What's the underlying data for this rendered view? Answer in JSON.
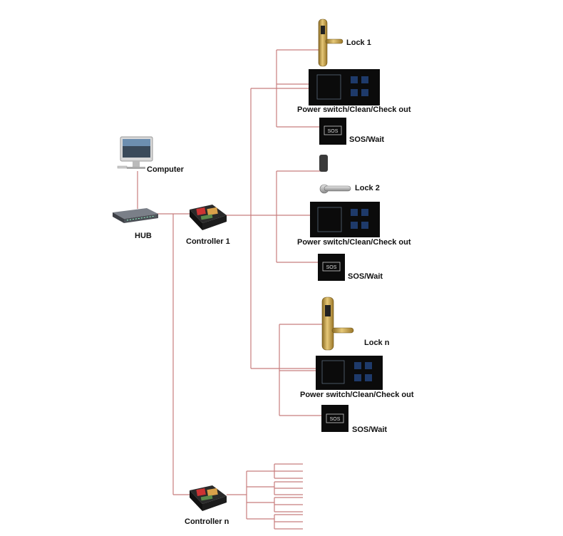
{
  "labels": {
    "computer": "Computer",
    "hub": "HUB",
    "controller1": "Controller 1",
    "controllerN": "Controller n",
    "lock1": "Lock 1",
    "lock2": "Lock 2",
    "lockN": "Lock n",
    "panel1": "Power switch/Clean/Check out",
    "panel2": "Power switch/Clean/Check out",
    "panel3": "Power switch/Clean/Check out",
    "sos1": "SOS/Wait",
    "sos2": "SOS/Wait",
    "sos3": "SOS/Wait",
    "sosText": "SOS"
  },
  "colors": {
    "wire": "#c87d7d",
    "panel": "#111111",
    "gold": "#c9a54a"
  }
}
